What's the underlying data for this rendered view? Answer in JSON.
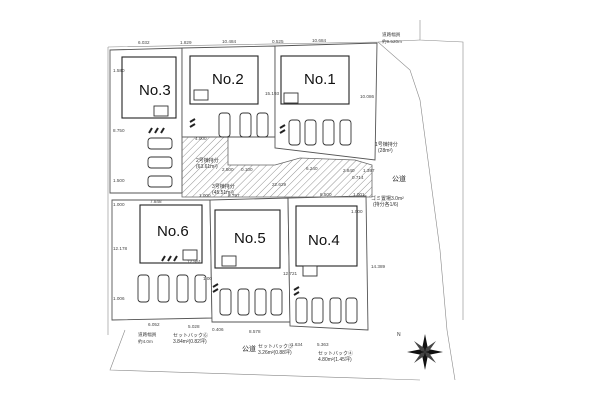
{
  "lots": [
    {
      "id": "lot-3",
      "label": "No.3"
    },
    {
      "id": "lot-2",
      "label": "No.2"
    },
    {
      "id": "lot-1",
      "label": "No.1"
    },
    {
      "id": "lot-6",
      "label": "No.6"
    },
    {
      "id": "lot-5",
      "label": "No.5"
    },
    {
      "id": "lot-4",
      "label": "No.4"
    }
  ],
  "roads": {
    "public_road_east": "公道",
    "public_road_south": "公道",
    "road_width_top_line1": "道路幅員",
    "road_width_top_line2": "約9.520m",
    "road_width_bottom_line1": "道路幅員",
    "road_width_bottom_line2": "約4.0m"
  },
  "annotations": {
    "shared_1_line1": "1号棟持分",
    "shared_1_line2": "(28m²)",
    "shared_2_line1": "2号棟持分",
    "shared_2_line2": "(63.61m²)",
    "shared_3_line1": "3号棟持分",
    "shared_3_line2": "(45.51m²)",
    "garbage_line1": "ゴミ置場3.0m²",
    "garbage_line2": "(持分各1/6)",
    "setback_1_line1": "セットバック⑥",
    "setback_1_line2": "3.84m²(0.82坪)",
    "setback_2_line1": "セットバック⑤",
    "setback_2_line2": "3.26m²(0.88坪)",
    "setback_3_line1": "セットバック④",
    "setback_3_line2": "4.80m²(1.45坪)"
  },
  "dimensions": {
    "top": [
      "6.032",
      "1.829",
      "10.484",
      "0.525",
      "10.684"
    ],
    "left": [
      "1.580",
      "8.750",
      "1.500",
      "1.000",
      "12.178",
      "1.006"
    ],
    "right": [
      "10.086",
      "1.000",
      "14.389"
    ],
    "inner": [
      "4.000",
      "2.500",
      "0.100",
      "6.240",
      "2.840",
      "0.714",
      "1.397",
      "8.500",
      "1.001",
      "7.848",
      "1.000",
      "9.797",
      "22.629",
      "15.193",
      "12.951",
      "1.00",
      "1.634",
      "5.363",
      "8.578",
      "0.406",
      "5.028",
      "6.052",
      "12.721"
    ]
  },
  "compass_label": "N",
  "colors": {
    "line": "#555555",
    "hatch": "#777777",
    "house": "#222222",
    "background": "#ffffff"
  }
}
